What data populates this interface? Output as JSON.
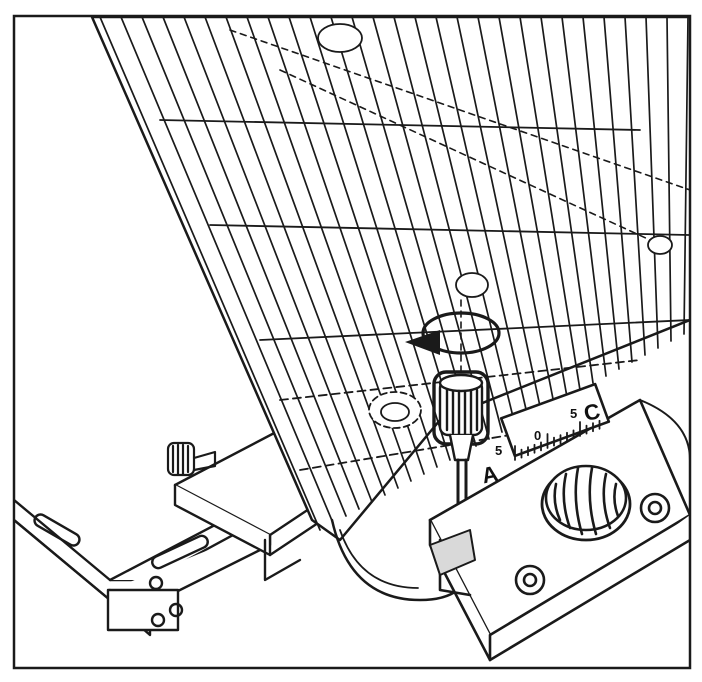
{
  "figure": {
    "labels": {
      "scale_a": "A",
      "scale_c": "C",
      "dial_left": "5",
      "dial_mid": "0",
      "dial_right": "5"
    },
    "colors": {
      "ink": "#1a1a1a",
      "paper": "#ffffff",
      "shade": "#d9d9d9"
    },
    "icons": [
      "rotate-counterclockwise-arrow-icon"
    ]
  }
}
